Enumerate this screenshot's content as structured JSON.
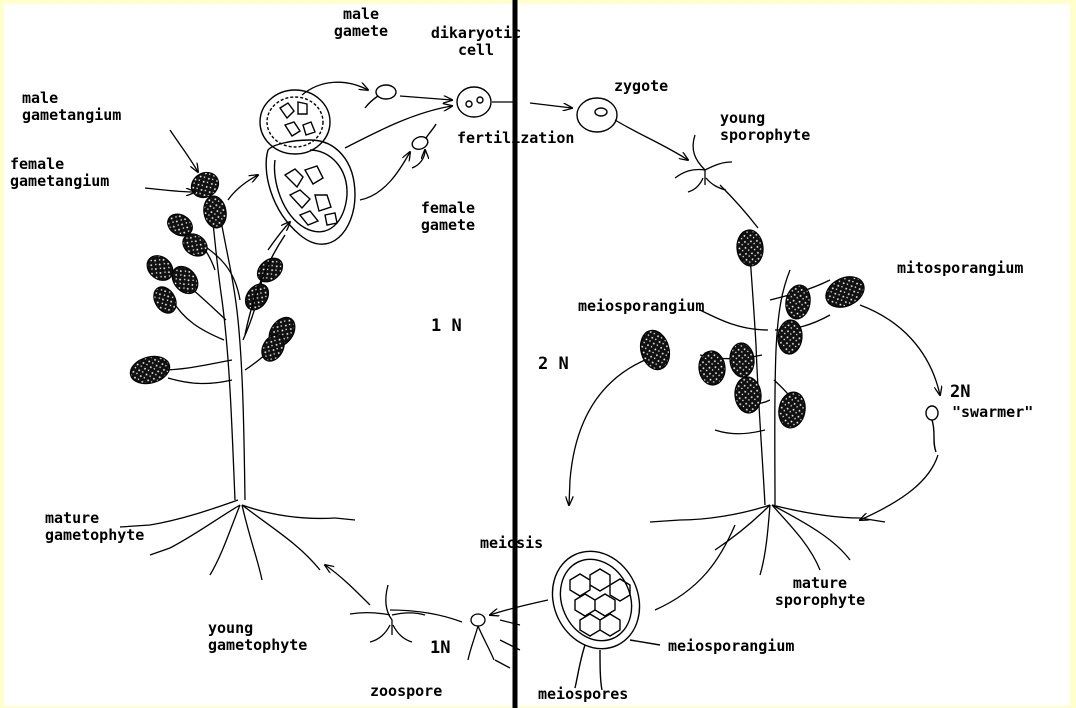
{
  "ploidy": {
    "haploid": "1 N",
    "diploid": "2 N"
  },
  "labels": {
    "male_gamete": "male\ngamete",
    "dikaryotic_cell": "dikaryotic\ncell",
    "zygote": "zygote",
    "fertilization": "fertilization",
    "young_sporophyte": "young\nsporophyte",
    "male_gametangium": "male\ngametangium",
    "female_gametangium": "female\ngametangium",
    "female_gamete": "female\ngamete",
    "mitosporangium": "mitosporangium",
    "meiosporangium_top": "meiosporangium",
    "swarmer_ploidy": "2N",
    "swarmer": "\"swarmer\"",
    "mature_gametophyte": "mature\ngametophyte",
    "meiosis": "meiosis",
    "mature_sporophyte": "mature\nsporophyte",
    "young_gametophyte": "young\ngametophyte",
    "zoospore_ploidy": "1N",
    "meiosporangium_bottom": "meiosporangium",
    "zoospore": "zoospore",
    "meiospores": "meiospores"
  },
  "colors": {
    "background": "#ffffcc",
    "panel": "#ffffff",
    "ink": "#000000"
  }
}
